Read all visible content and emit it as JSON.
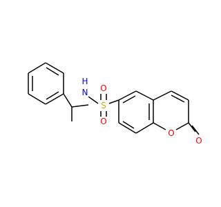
{
  "molecule": {
    "atoms": {
      "n": {
        "symbol": "N",
        "h": "H",
        "color": "#0000ff"
      },
      "s": {
        "symbol": "S",
        "color": "#b8b800"
      },
      "o_sulfonyl_top": {
        "symbol": "O",
        "color": "#ff0000"
      },
      "o_sulfonyl_bottom": {
        "symbol": "O",
        "color": "#ff0000"
      },
      "o_ring": {
        "symbol": "O",
        "color": "#ff0000"
      },
      "o_carbonyl": {
        "symbol": "O",
        "color": "#ff0000"
      }
    },
    "bond_color": "#000000",
    "background": "#ffffff"
  }
}
